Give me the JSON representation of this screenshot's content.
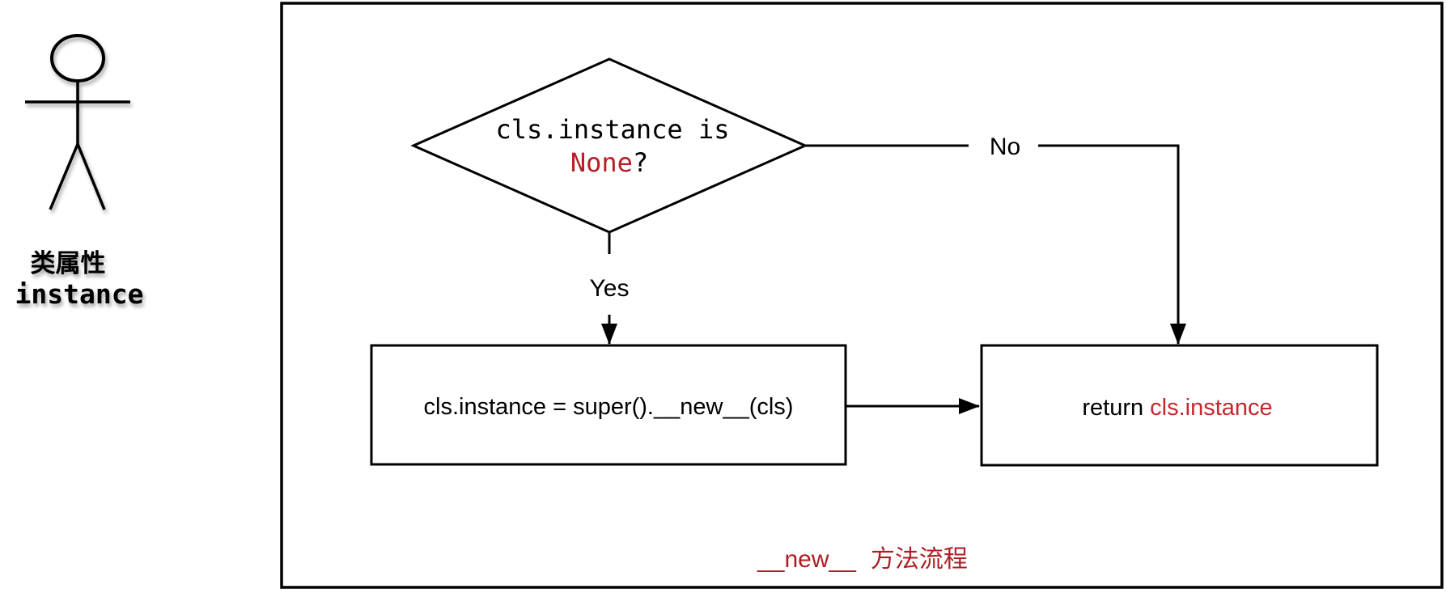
{
  "colors": {
    "line_black": "#000000",
    "background": "#ffffff",
    "none_red": "#b32025",
    "return_value_red": "#c2282e",
    "caption_red": "#ac1f24"
  },
  "actor": {
    "icon": "stick-figure-icon",
    "label_line1": "类属性",
    "label_line2": "instance"
  },
  "flowchart": {
    "decision": {
      "line1": "cls.instance is",
      "line2_value": "None",
      "line2_suffix": "?"
    },
    "yes_label": "Yes",
    "no_label": "No",
    "process_box": {
      "text": "cls.instance = super().__new__(cls)"
    },
    "return_box": {
      "keyword": "return",
      "value": "cls.instance"
    },
    "caption": {
      "code": "__new__",
      "cjk": "方法流程"
    }
  }
}
